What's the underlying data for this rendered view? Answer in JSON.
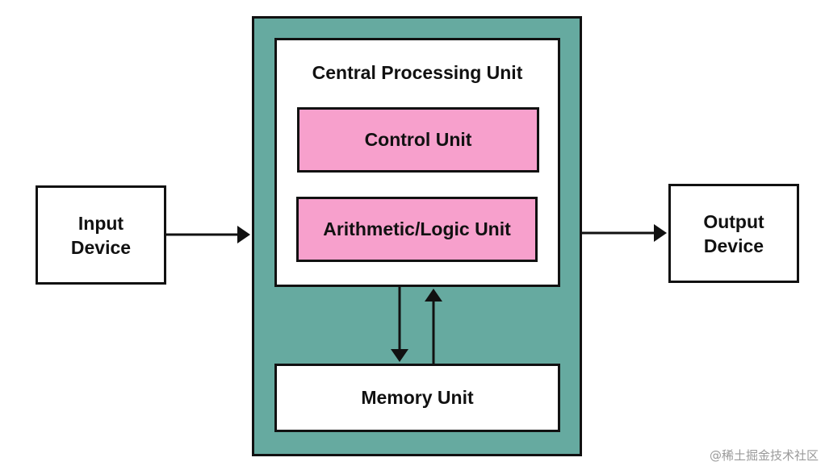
{
  "diagram": {
    "input_device": [
      "Input",
      "Device"
    ],
    "output_device": [
      "Output",
      "Device"
    ],
    "cpu_title": "Central Processing Unit",
    "control_unit": "Control Unit",
    "alu": "Arithmetic/Logic Unit",
    "memory_unit": "Memory Unit",
    "watermark": "@稀土掘金技术社区"
  },
  "colors": {
    "computer_fill": "#66aaa0",
    "unit_fill": "#f7a0cc",
    "line": "#111111"
  }
}
